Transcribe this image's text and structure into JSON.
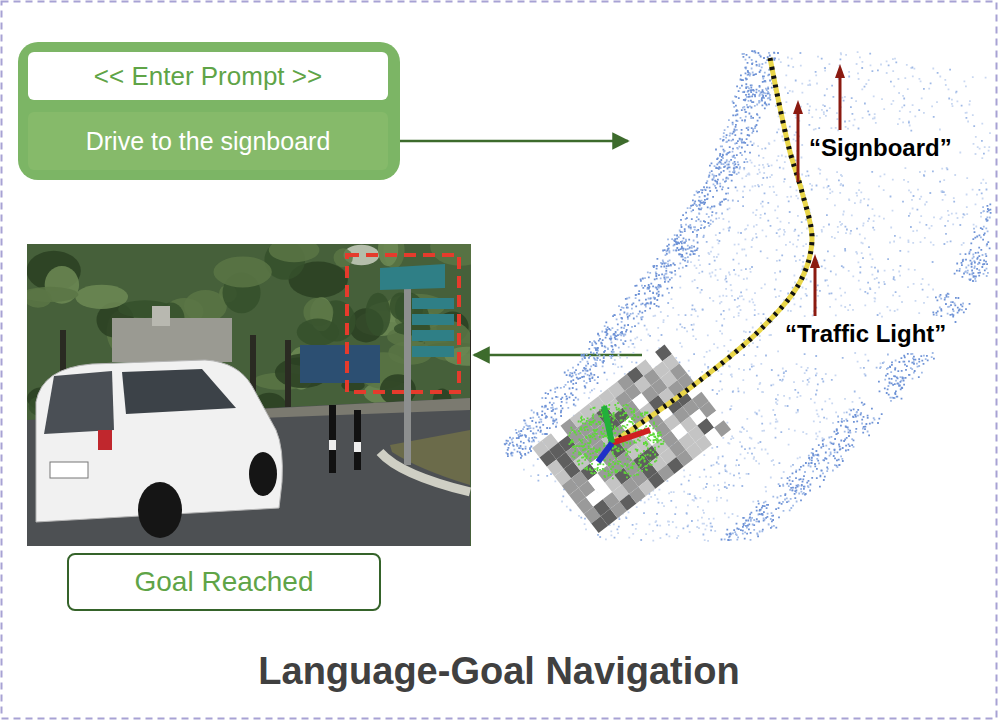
{
  "diagram": {
    "title": "Language-Goal Navigation",
    "nodes": [
      {
        "text": [
          "<< Enter Prompt >>"
        ]
      },
      {
        "text": [
          "Drive to the signboard"
        ]
      },
      {
        "text": [
          "Goal Reached"
        ]
      }
    ],
    "labels": [
      "“Signboard”",
      "“Traffic Light”"
    ]
  }
}
